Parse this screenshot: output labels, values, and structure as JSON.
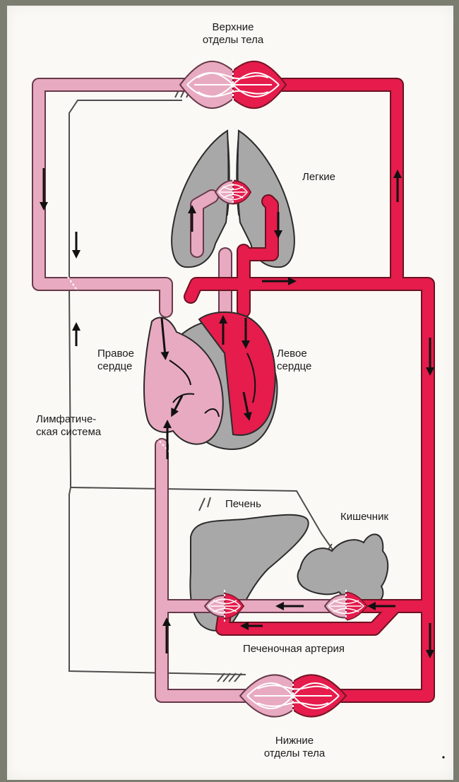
{
  "labels": {
    "upper_body_line1": "Верхние",
    "upper_body_line2": "отделы тела",
    "lungs": "Легкие",
    "right_heart_line1": "Правое",
    "right_heart_line2": "сердце",
    "left_heart_line1": "Левое",
    "left_heart_line2": "сердце",
    "lymph_line1": "Лимфатиче-",
    "lymph_line2": "ская система",
    "liver": "Печень",
    "intestine": "Кишечник",
    "hepatic_artery": "Печеночная артерия",
    "lower_body_line1": "Нижние",
    "lower_body_line2": "отделы тела"
  },
  "colors": {
    "venous": "#e8aac0",
    "venous_outline": "#66394a",
    "arterial": "#e51c4c",
    "arterial_dark": "#b8142e",
    "organ": "#a9a8a8",
    "lymph": "#4d4d4d",
    "background": "#fbf9f5",
    "frame": "#7b7d70"
  }
}
